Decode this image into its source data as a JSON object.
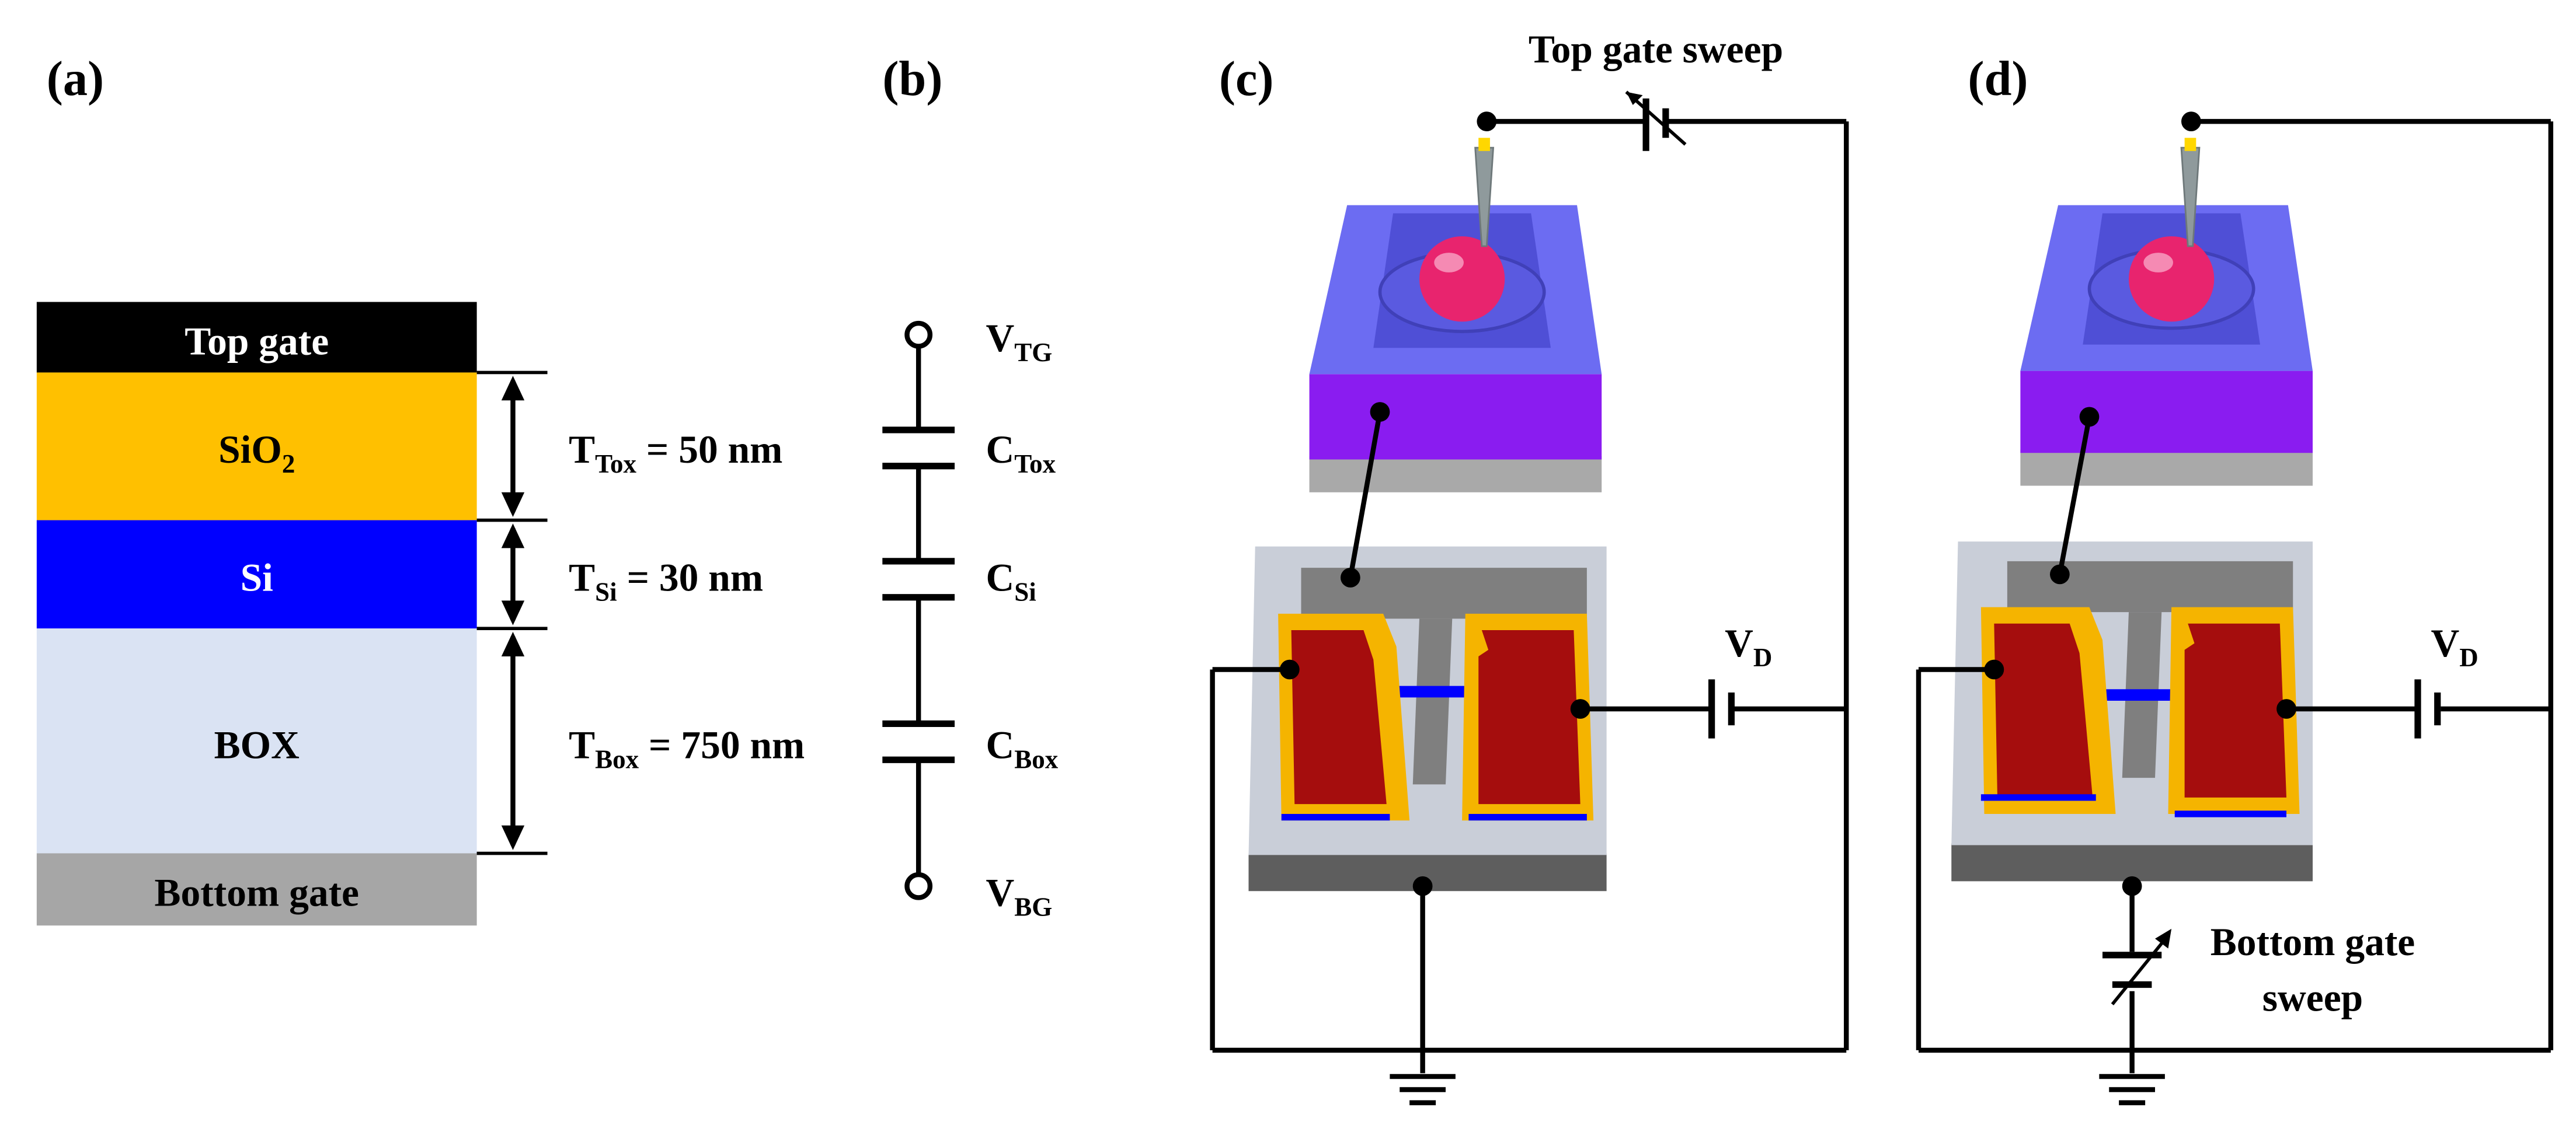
{
  "panels": {
    "a": {
      "label": "(a)",
      "layers": {
        "top_gate": "Top gate",
        "sio2_base": "SiO",
        "sio2_sub": "2",
        "si": "Si",
        "box": "BOX",
        "bottom_gate": "Bottom gate"
      },
      "thickness": {
        "tox": {
          "sym": "T",
          "sub": "Tox",
          "val": " = 50 nm"
        },
        "tsi": {
          "sym": "T",
          "sub": "Si",
          "val": " = 30 nm"
        },
        "tbox": {
          "sym": "T",
          "sub": "Box",
          "val": " = 750 nm"
        }
      }
    },
    "b": {
      "label": "(b)",
      "vtg": {
        "sym": "V",
        "sub": "TG"
      },
      "ctox": {
        "sym": "C",
        "sub": "Tox"
      },
      "csi": {
        "sym": "C",
        "sub": "Si"
      },
      "cbox": {
        "sym": "C",
        "sub": "Box"
      },
      "vbg": {
        "sym": "V",
        "sub": "BG"
      }
    },
    "c": {
      "label": "(c)",
      "sweep_label": "Top gate sweep",
      "vd": {
        "sym": "V",
        "sub": "D"
      }
    },
    "d": {
      "label": "(d)",
      "sweep_line1": "Bottom gate",
      "sweep_line2": "sweep",
      "vd": {
        "sym": "V",
        "sub": "D"
      }
    }
  },
  "colors": {
    "top_gate": "#000000",
    "sio2": "#FFC000",
    "si": "#0000FF",
    "box": "#DAE3F3",
    "bottom_gate": "#A6A6A6",
    "droplet": "#E8246E",
    "chamber": "#6C6CF2",
    "chamber_side": "#8A1CF0",
    "source_drain": "#A50D0D",
    "contact_ring": "#F5B400",
    "gate_metal": "#7F7F7F",
    "substrate": "#C9CED8"
  }
}
